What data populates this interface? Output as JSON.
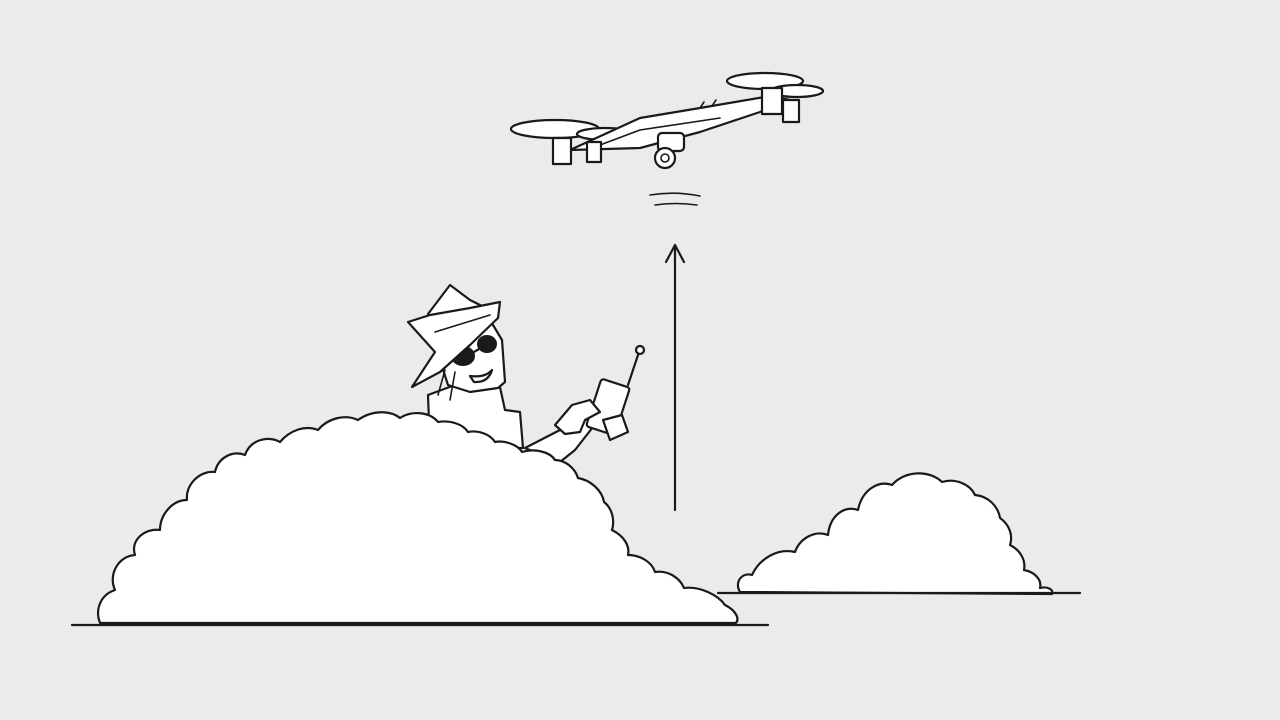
{
  "scene": {
    "subjects": {
      "person": {
        "hat": true,
        "sunglasses": true,
        "holding": "remote-controller"
      },
      "drone": {
        "rotors": 4,
        "camera": true
      },
      "bushes": 2,
      "arrow_direction": "up"
    },
    "colors": {
      "background": "#ebebeb",
      "ink": "#1a1a1a",
      "fill": "#ffffff"
    }
  }
}
